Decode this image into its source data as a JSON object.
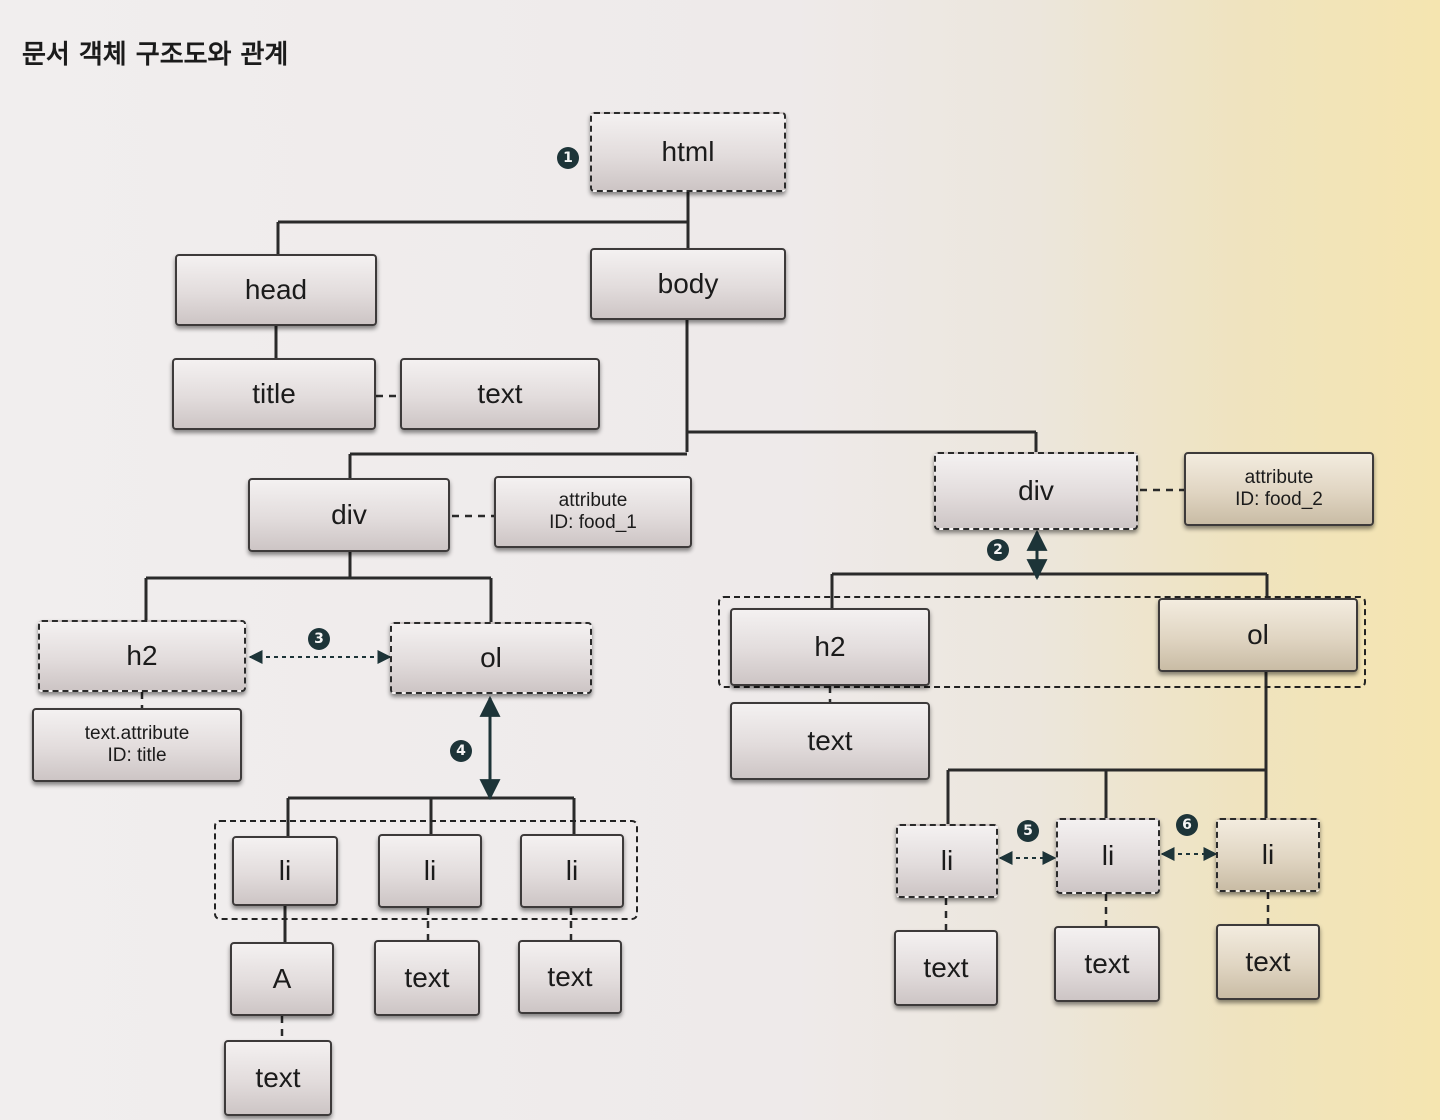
{
  "title": "문서 객체 구조도와 관계",
  "nodes": {
    "html": "html",
    "head": "head",
    "body": "body",
    "title": "title",
    "title_text": "text",
    "div1": "div",
    "div1_attr_line1": "attribute",
    "div1_attr_line2": "ID: food_1",
    "div2": "div",
    "div2_attr_line1": "attribute",
    "div2_attr_line2": "ID: food_2",
    "h2_left": "h2",
    "h2_left_text_line1": "text.attribute",
    "h2_left_text_line2": "ID: title",
    "ol_left": "ol",
    "li_left_1": "li",
    "li_left_2": "li",
    "li_left_3": "li",
    "a": "A",
    "a_text": "text",
    "li_left_2_text": "text",
    "li_left_3_text": "text",
    "h2_right": "h2",
    "h2_right_text": "text",
    "ol_right": "ol",
    "li_right_1": "li",
    "li_right_2": "li",
    "li_right_3": "li",
    "li_right_1_text": "text",
    "li_right_2_text": "text",
    "li_right_3_text": "text"
  },
  "badges": [
    "1",
    "2",
    "3",
    "4",
    "5",
    "6"
  ],
  "colors": {
    "line": "#2a2a2a",
    "arrow": "#1d3438",
    "badge": "#1d3438"
  }
}
